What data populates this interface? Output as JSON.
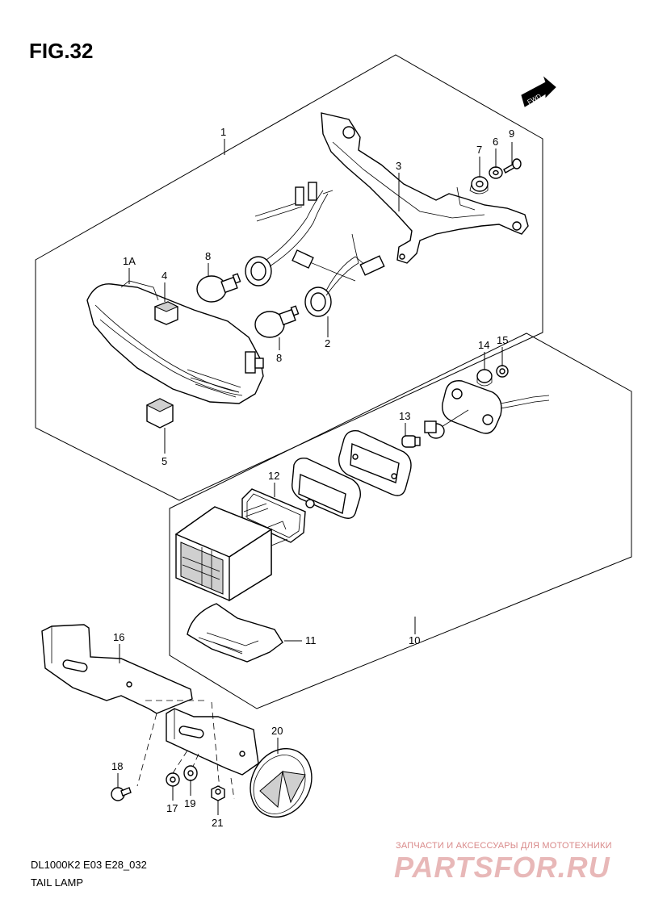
{
  "figure": {
    "title": "FIG.32",
    "diagram_code": "DL1000K2 E03 E28_032",
    "name": "TAIL LAMP",
    "fwd_label": "FWD"
  },
  "callouts": {
    "p1": "1",
    "p1a": "1A",
    "p2": "2",
    "p3": "3",
    "p4": "4",
    "p5": "5",
    "p6": "6",
    "p7": "7",
    "p8a": "8",
    "p8b": "8",
    "p9": "9",
    "p10": "10",
    "p11": "11",
    "p12": "12",
    "p13": "13",
    "p14": "14",
    "p15": "15",
    "p16": "16",
    "p17": "17",
    "p18": "18",
    "p19": "19",
    "p20": "20",
    "p21": "21"
  },
  "watermark": {
    "line1": "ЗАПЧАСТИ И АКСЕССУАРЫ ДЛЯ МОТОТЕХНИКИ",
    "logo": "PARTSFOR.RU"
  }
}
